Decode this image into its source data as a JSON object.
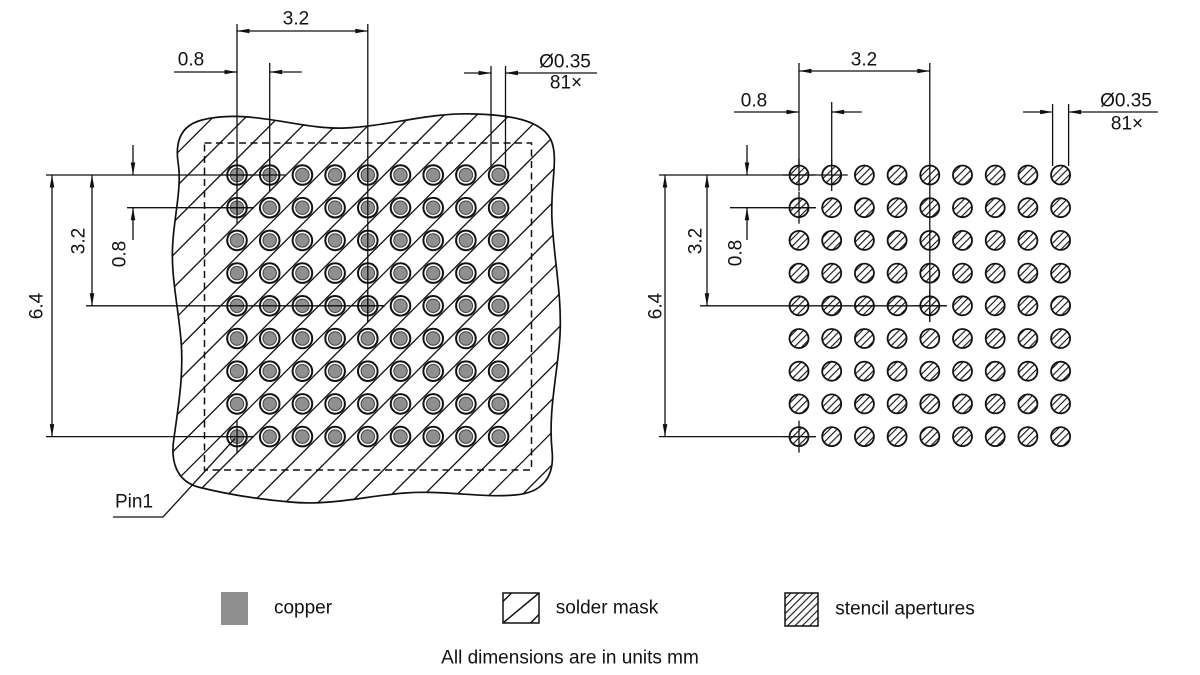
{
  "figure": {
    "note": "All dimensions are in units mm"
  },
  "views": {
    "left": {
      "dims": {
        "group_pitch": "3.2",
        "pitch": "0.8",
        "diameter": "Ø0.35",
        "count": "81×",
        "span": "6.4",
        "half_span": "3.2",
        "row_pitch": "0.8"
      },
      "pin1_label": "Pin1"
    },
    "right": {
      "dims": {
        "group_pitch": "3.2",
        "pitch": "0.8",
        "diameter": "Ø0.35",
        "count": "81×",
        "span": "6.4",
        "half_span": "3.2",
        "row_pitch": "0.8"
      }
    }
  },
  "grid": {
    "rows": 9,
    "cols": 9,
    "total_pads": 81
  },
  "legend": {
    "copper": "copper",
    "solder_mask": "solder mask",
    "stencil_apertures": "stencil apertures"
  },
  "colors": {
    "copper": "#8f8f8f",
    "line": "#111111",
    "background": "#ffffff"
  }
}
